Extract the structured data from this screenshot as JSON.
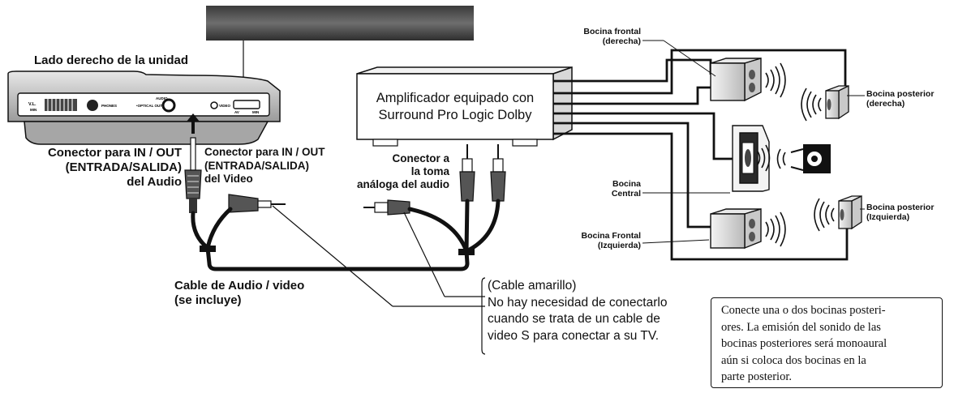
{
  "labels": {
    "right_side": "Lado derecho de la unidad",
    "audio_connector": [
      "Conector para IN / OUT",
      "(ENTRADA/SALIDA)",
      "del Audio"
    ],
    "video_connector": [
      "Conector para IN / OUT",
      "(ENTRADA/SALIDA)",
      "del Video"
    ],
    "analog_connector": [
      "Conector a",
      "la toma",
      "análoga del audio"
    ],
    "amplifier": [
      "Amplificador equipado con",
      "Surround Pro Logic Dolby"
    ],
    "av_cable": [
      "Cable de Audio / video",
      "(se incluye)"
    ],
    "yellow_cable": [
      "(Cable amarillo)",
      "No hay necesidad de conectarlo",
      "cuando se trata de un cable de",
      "video S para conectar a su TV."
    ],
    "front_right": [
      "Bocina frontal",
      "(derecha)"
    ],
    "center": [
      "Bocina",
      "Central"
    ],
    "front_left": [
      "Bocina Frontal",
      "(Izquierda)"
    ],
    "rear_right": [
      "Bocina posterior",
      "(derecha)"
    ],
    "rear_left": [
      "Bocina posterior",
      "(Izquierda)"
    ],
    "device_panel": [
      "V.L.",
      "MIN",
      "PHONES",
      "AUDIO",
      "•OPTICAL OUT•",
      "VIDEO",
      "AV",
      "MIN"
    ]
  },
  "note": "Conecte una o dos bocinas posteriores. La emisión del sonido de las bocinas posteriores será monoaural aún si coloca dos bocinas en la parte posterior.",
  "note_lines": [
    "Conecte una o dos bocinas posteri-",
    "ores. La emisión del sonido de las",
    "bocinas posteriores será monoaural",
    "aún si coloca dos bocinas en la",
    "parte posterior."
  ]
}
